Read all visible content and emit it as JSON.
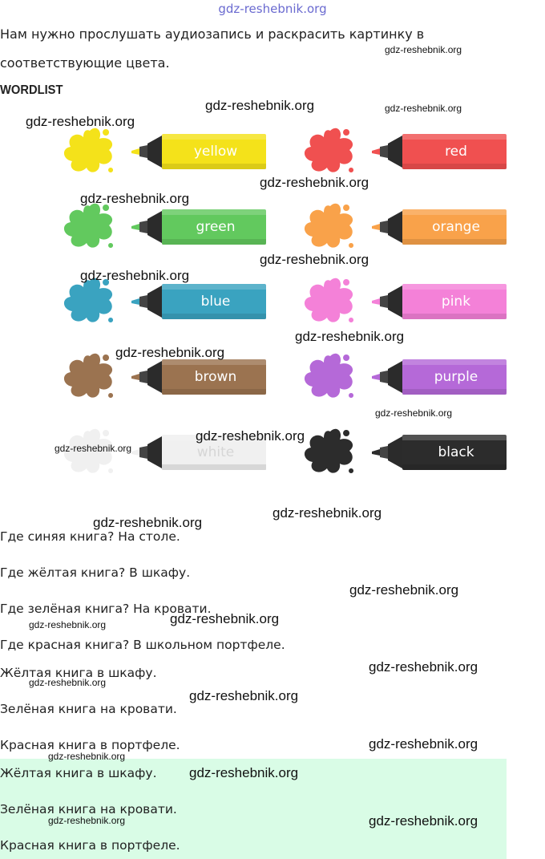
{
  "header": {
    "site": "gdz-reshebnik.org"
  },
  "intro": {
    "line1": "Нам нужно прослушать аудиозапись и раскрасить картинку в",
    "line2": "соответствующие цвета."
  },
  "wordlist": {
    "title": "WORDLIST",
    "items": [
      {
        "label": "yellow",
        "color": "#f4e21a",
        "icon": "yellow-paint-splat-icon"
      },
      {
        "label": "red",
        "color": "#f05050",
        "icon": "red-paint-splat-icon"
      },
      {
        "label": "green",
        "color": "#62c95e",
        "icon": "green-paint-splat-icon"
      },
      {
        "label": "orange",
        "color": "#f9a24a",
        "icon": "orange-paint-splat-icon"
      },
      {
        "label": "blue",
        "color": "#3aa3c0",
        "icon": "blue-paint-splat-icon"
      },
      {
        "label": "pink",
        "color": "#f481d8",
        "icon": "pink-paint-splat-icon"
      },
      {
        "label": "brown",
        "color": "#9b7350",
        "icon": "brown-paint-splat-icon"
      },
      {
        "label": "purple",
        "color": "#b569d8",
        "icon": "purple-paint-splat-icon"
      },
      {
        "label": "white",
        "color": "#f0f0f0",
        "icon": "white-paint-splat-icon"
      },
      {
        "label": "black",
        "color": "#2c2c2c",
        "icon": "black-paint-splat-icon"
      }
    ]
  },
  "sentences": [
    "Где синяя книга? На столе.",
    "Где жёлтая книга? В шкафу.",
    "Где зелёная книга? На кровати.",
    "Где красная книга? В школьном портфеле.",
    "Жёлтая книга в шкафу.",
    "Зелёная книга на кровати.",
    "Красная книга в портфеле."
  ],
  "answer": [
    "Жёлтая книга в шкафу.",
    "Зелёная книга на кровати.",
    "Красная книга в портфеле."
  ],
  "watermarks": [
    "gdz-reshebnik.org",
    "gdz-reshebnik.org",
    "gdz-reshebnik.org",
    "gdz-reshebnik.org",
    "gdz-reshebnik.org",
    "gdz-reshebnik.org",
    "gdz-reshebnik.org",
    "gdz-reshebnik.org",
    "gdz-reshebnik.org",
    "gdz-reshebnik.org",
    "gdz-reshebnik.org",
    "gdz-reshebnik.org",
    "gdz-reshebnik.org",
    "gdz-reshebnik.org",
    "gdz-reshebnik.org",
    "gdz-reshebnik.org",
    "gdz-reshebnik.org",
    "gdz-reshebnik.org",
    "gdz-reshebnik.org",
    "gdz-reshebnik.org",
    "gdz-reshebnik.org",
    "gdz-reshebnik.org",
    "gdz-reshebnik.org",
    "gdz-reshebnik.org",
    "gdz-reshebnik.org",
    "gdz-reshebnik.org"
  ]
}
